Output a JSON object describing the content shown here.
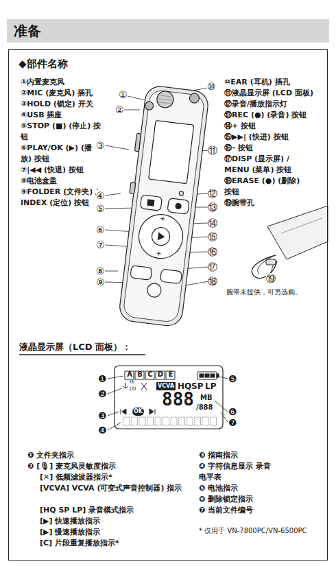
{
  "diagram": {
    "nodes": [
      {
        "text": [
          "准备"
        ]
      },
      {
        "text": [
          "◆部件名称"
        ]
      }
    ],
    "labels": [
      "①内置麦克风",
      "②MIC (麦克风) 插孔",
      "③HOLD (锁定) 开关",
      "④USB 插座",
      "⑤STOP (■) (停止) 按钮",
      "⑥PLAY/OK (▶) (播放) 按钮",
      "⑦|◀◀ (快退) 按钮",
      "⑧电池盒盖",
      "⑨FOLDER (文件夹) / INDEX (定位) 按钮",
      "⑩EAR (耳机) 插孔",
      "⑪液晶显示屏 (LCD 面板)",
      "⑫录音/播放指示灯",
      "⑬REC (●) (录音) 按钮",
      "⑭+ 按钮",
      "⑮▶▶| (快进) 按钮",
      "⑯– 按钮",
      "⑰DISP (显示屏) / MENU (菜单) 按钮",
      "⑱ERASE (●) (删除) 按钮",
      "⑲腕带孔",
      "①",
      "②",
      "③",
      "④",
      "⑤",
      "⑥",
      "⑦",
      "⑧",
      "⑨",
      "⑩",
      "⑪",
      "⑫",
      "⑬",
      "⑭",
      "⑮",
      "⑯",
      "⑰",
      "⑱",
      "⑲",
      "腕带未提供，可另选购。",
      "液晶显示屏（LCD 面板）：",
      "❶",
      "❷",
      "❸",
      "❹",
      "❺",
      "❻",
      "❼",
      "A",
      "B",
      "C",
      "D",
      "E",
      "HI",
      "LO",
      "VCVA",
      "HQ",
      "SP",
      "LP",
      "888",
      "MB",
      "/888",
      "OK",
      "❶ 文件夹指示",
      "❷ [🎙] 麦克风灵敏度指示",
      "[✕] 低频滤波器指示*",
      "[VCVA] VCVA (可变式声音控制器) 指示",
      "[HQ SP LP] 录音模式指示",
      "[▶] 快速播放指示",
      "[▶] 慢速播放指示",
      "[C] 片段重复播放指示*",
      "❸ 指南指示",
      "❹ 字符信息显示 录音电平表",
      "❺ 电池指示",
      "❻ 删除锁定指示",
      "❼ 当前文件编号",
      "* 仅用于 VN-7800PC/VN-6500PC"
    ]
  }
}
